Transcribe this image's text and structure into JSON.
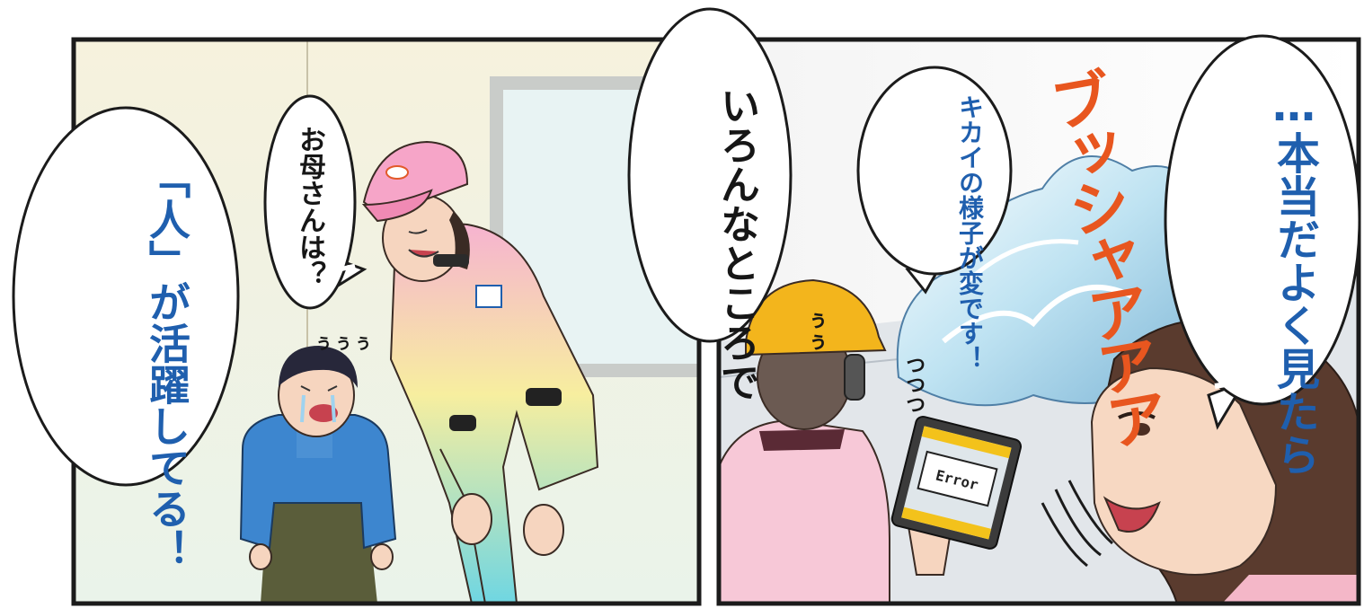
{
  "panels": {
    "left": {
      "captions": {
        "hito_katsuyaku": "「人」が活躍してる！",
        "iron_na_tokoro": "いろんなところで"
      },
      "speech": {
        "okaasan": "お母さんは？"
      },
      "sfx": {
        "sob": "ぅぅぅ"
      }
    },
    "right": {
      "speech": {
        "kikai": "キカイの様子が変です！"
      },
      "captions": {
        "yoku_mitara": "…本当だよく見たら"
      },
      "sfx": {
        "busha": "ブッシャアアア",
        "helmet_u": "ぅぅ",
        "steam": "つつつ"
      },
      "tablet": {
        "screen_text": "Error"
      }
    }
  },
  "colors": {
    "caption_blue": "#1f5fae",
    "sfx_orange": "#e8561f",
    "helmet_yellow": "#f3b51c",
    "uniform_pink": "#f6b3d0",
    "uniform_yellow": "#f7ee9f",
    "uniform_cyan": "#6fd6e2",
    "hoodie_blue": "#3d86cf"
  }
}
